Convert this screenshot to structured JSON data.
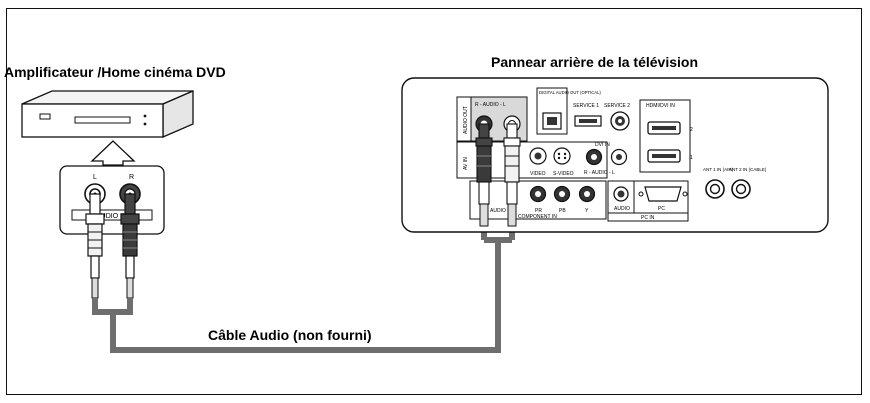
{
  "labels": {
    "amplifier_title": "Amplificateur /Home cinéma DVD",
    "tv_panel_title": "Pannear arrière de la télévision",
    "cable_label": "Câble Audio (non fourni)"
  },
  "amplifier_panel": {
    "left_label": "L",
    "right_label": "R",
    "audio_in_label": "AUDIO IN"
  },
  "tv_panel": {
    "audio_out_label": "AUDIO OUT",
    "audio_lr_label": "R - AUDIO - L",
    "digital_audio_out_label": "DIGITAL AUDIO OUT (OPTICAL)",
    "service1_label": "SERVICE 1",
    "service2_label": "SERVICE 2",
    "hdmi_label": "HDMI/DVI IN",
    "hdmi_num_2": "2",
    "hdmi_num_1": "1",
    "dvi_in_label": "DVI IN",
    "dvi_audio_label": "R - AUDIO - L",
    "av_in_label": "AV IN",
    "video_label": "VIDEO",
    "svideo_label": "S-VIDEO",
    "ant1_label": "ANT 1 IN (AIR)",
    "ant2_label": "ANT 2 IN (CABLE)",
    "component_in_label": "COMPONENT IN",
    "component_pr": "PR",
    "component_pb": "PB",
    "component_y": "Y",
    "comp_audio_label": "AUDIO",
    "pc_audio_label": "AUDIO",
    "pc_label": "PC",
    "pc_in_label": "PC IN"
  },
  "colors": {
    "cable_gray": "#6e6e6e",
    "panel_stroke": "#111111",
    "plug_dark": "#3a3a3a",
    "plug_light": "#f2f2f2"
  }
}
